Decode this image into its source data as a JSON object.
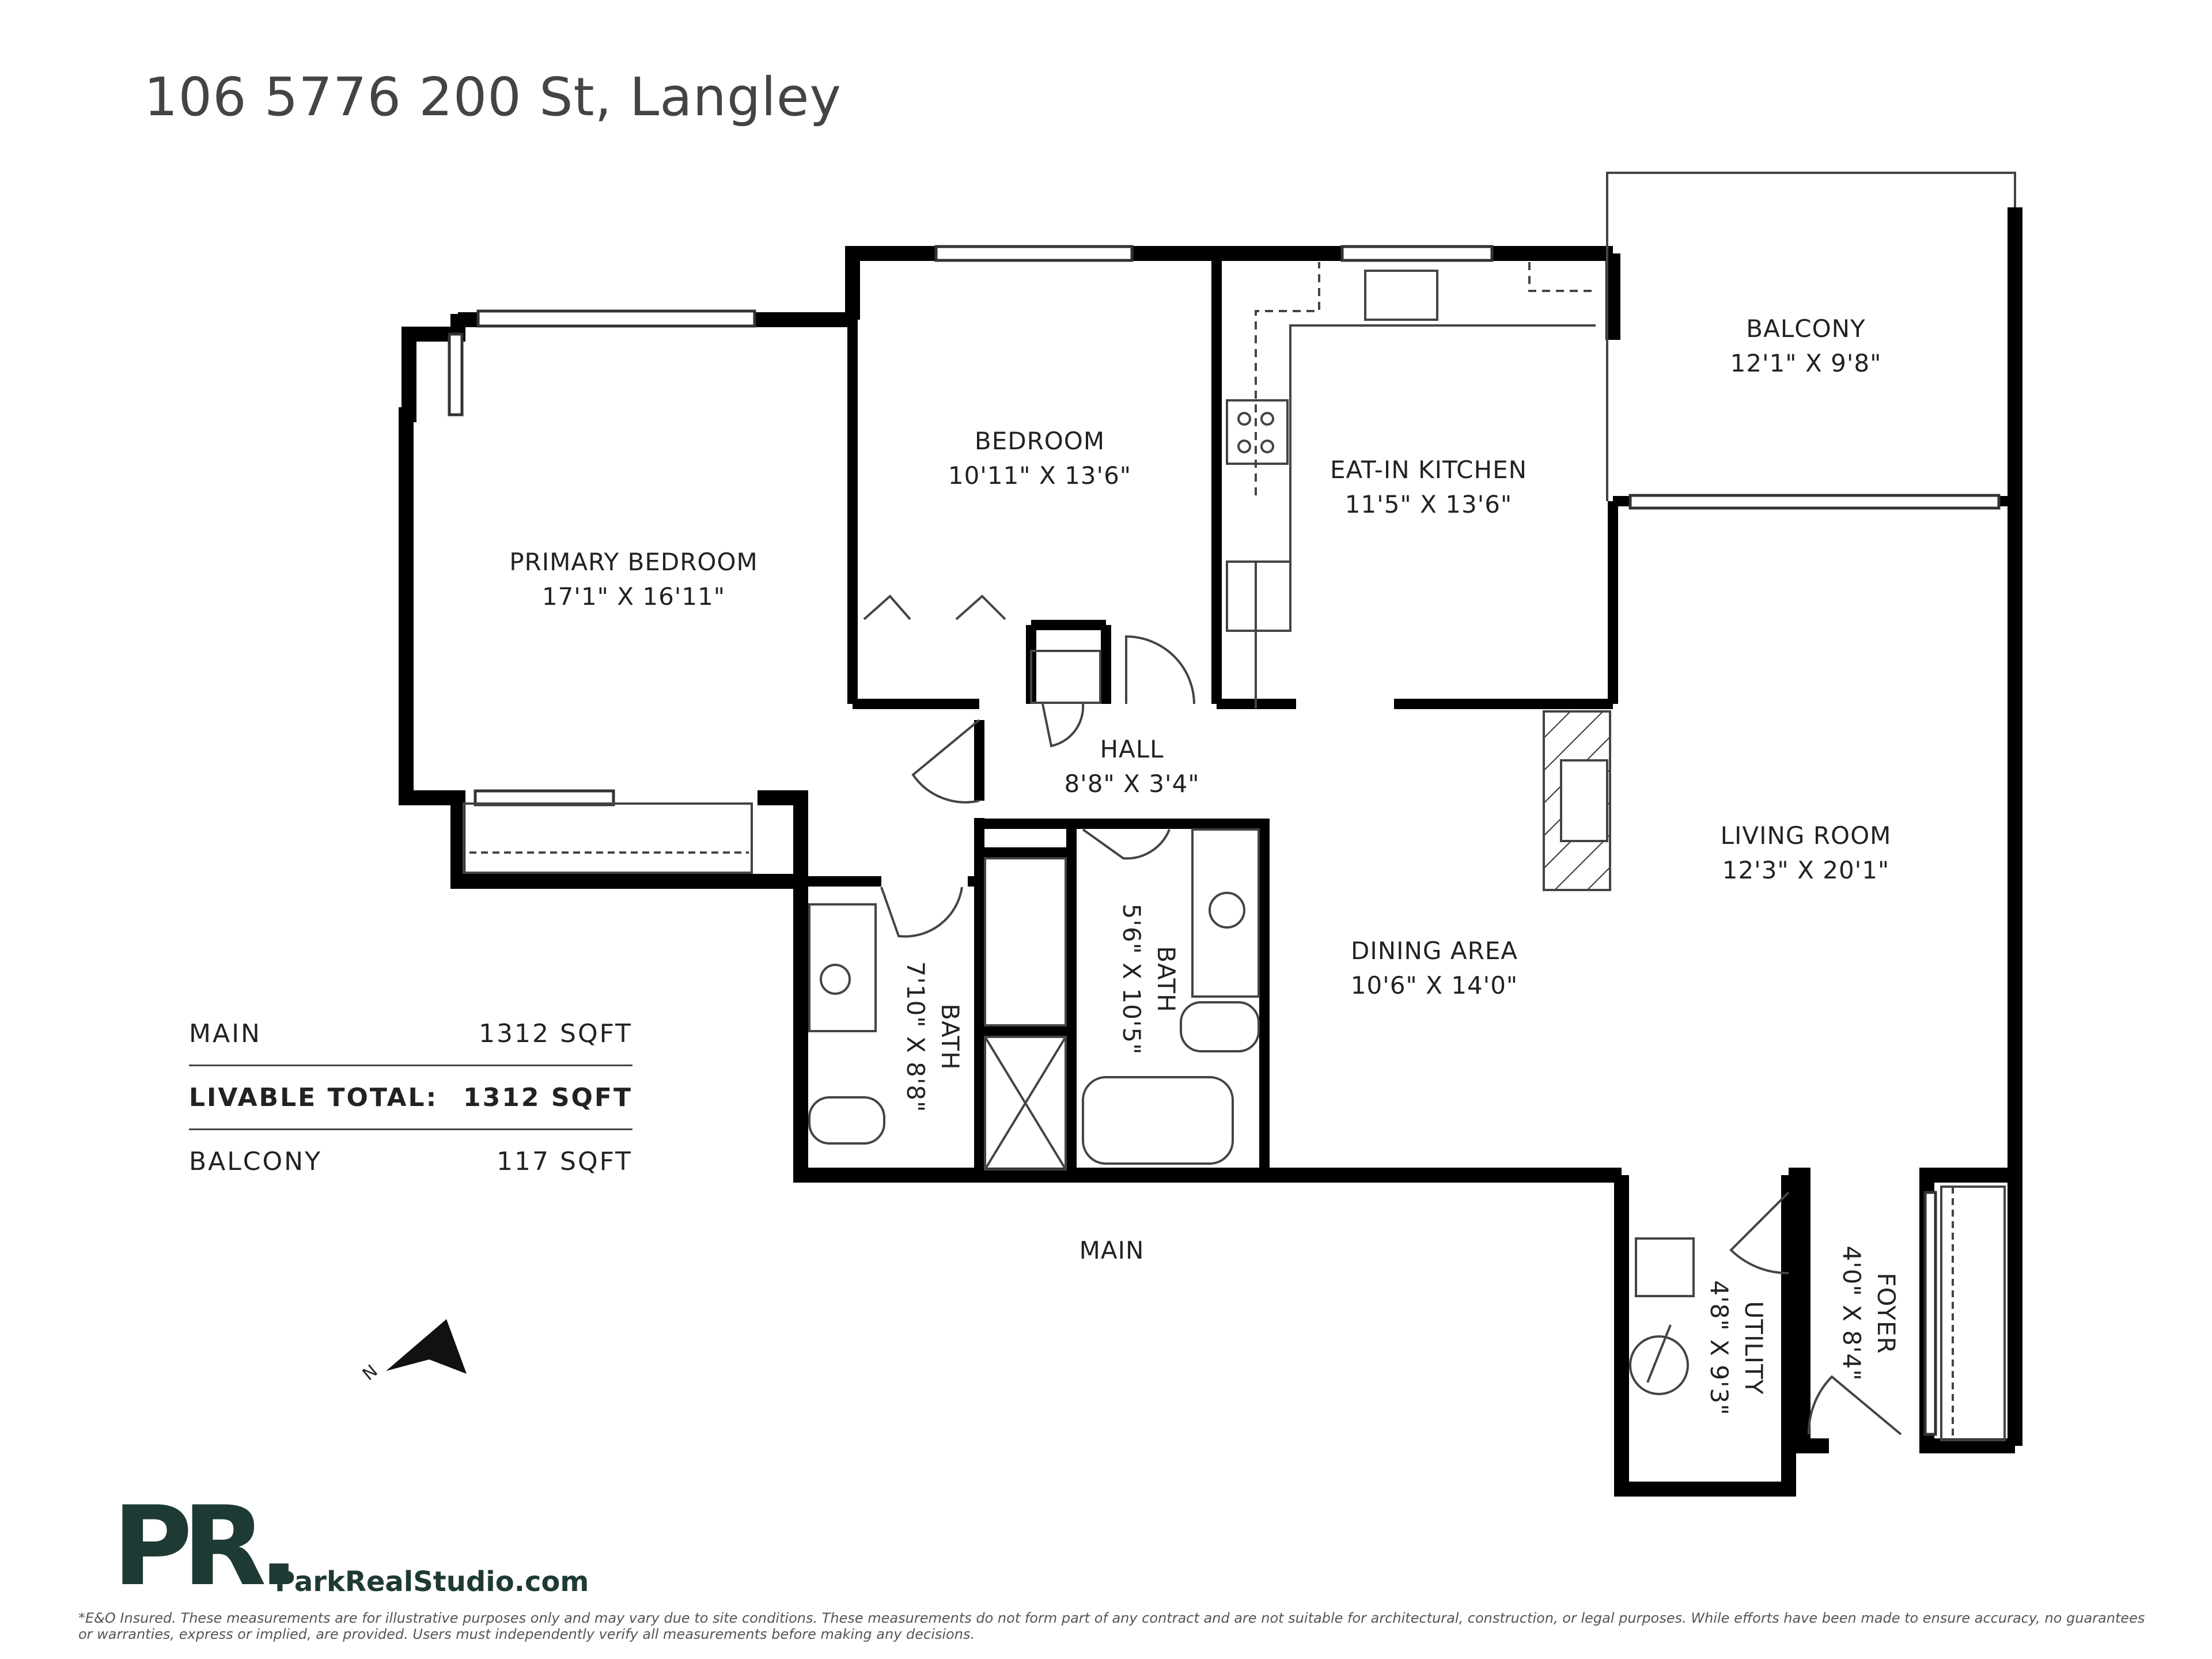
{
  "address": "106 5776 200 St, Langley",
  "rooms": [
    {
      "id": "primary-bedroom",
      "name": "PRIMARY BEDROOM",
      "size": "17'1\" X 16'11\""
    },
    {
      "id": "bedroom",
      "name": "BEDROOM",
      "size": "10'11\" X 13'6\""
    },
    {
      "id": "kitchen",
      "name": "EAT-IN KITCHEN",
      "size": "11'5\" X 13'6\""
    },
    {
      "id": "balcony",
      "name": "BALCONY",
      "size": "12'1\" X 9'8\""
    },
    {
      "id": "hall",
      "name": "HALL",
      "size": "8'8\" X 3'4\""
    },
    {
      "id": "living-room",
      "name": "LIVING ROOM",
      "size": "12'3\" X 20'1\""
    },
    {
      "id": "dining-area",
      "name": "DINING AREA",
      "size": "10'6\" X 14'0\""
    },
    {
      "id": "bath-1",
      "name": "BATH",
      "size": "7'10\" X 8'8\""
    },
    {
      "id": "bath-2",
      "name": "BATH",
      "size": "5'6\" X 10'5\""
    },
    {
      "id": "utility",
      "name": "UTILITY",
      "size": "4'8\" X 9'3\""
    },
    {
      "id": "foyer",
      "name": "FOYER",
      "size": "4'0\" X 8'4\""
    }
  ],
  "floor_label": "MAIN",
  "compass_label": "N",
  "summary": [
    {
      "label": "MAIN",
      "value": "1312 SQFT"
    },
    {
      "label": "LIVABLE TOTAL:",
      "value": "1312 SQFT"
    },
    {
      "label": "BALCONY",
      "value": "117 SQFT"
    }
  ],
  "brand": {
    "logo_letters": "PR.",
    "website": "ParkRealStudio.com",
    "color": "#1e3a34"
  },
  "disclaimer": "*E&O Insured. These measurements are for illustrative purposes only and may vary due to site conditions. These measurements do not form part of any contract and are not suitable for architectural, construction, or legal purposes. While efforts have been made to ensure accuracy, no guarantees or warranties, express or implied, are provided. Users must independently verify all measurements before making any decisions."
}
